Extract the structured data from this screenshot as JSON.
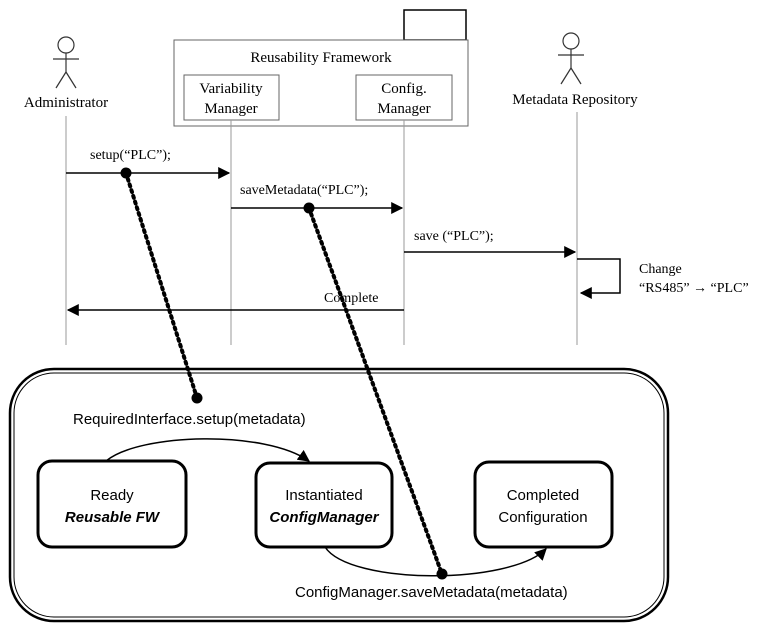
{
  "sequence": {
    "framework_title": "Reusability Framework",
    "actors": {
      "administrator": "Administrator",
      "metadata_repository": "Metadata Repository"
    },
    "components": {
      "variability_manager": [
        "Variability",
        "Manager"
      ],
      "config_manager": [
        "Config.",
        "Manager"
      ]
    },
    "messages": {
      "setup": "setup(“PLC”);",
      "save_metadata": "saveMetadata(“PLC”);",
      "save": "save (“PLC”);",
      "complete": "Complete"
    },
    "self_note": [
      "Change",
      "“RS485” → “PLC”"
    ]
  },
  "state_machine": {
    "transition_setup": "RequiredInterface.setup(metadata)",
    "transition_save": "ConfigManager.saveMetadata(metadata)",
    "states": {
      "ready": {
        "line1": "Ready",
        "line2": "Reusable FW"
      },
      "instantiated": {
        "line1": "Instantiated",
        "line2": "ConfigManager"
      },
      "completed": {
        "line1": "Completed",
        "line2": "Configuration"
      }
    }
  }
}
